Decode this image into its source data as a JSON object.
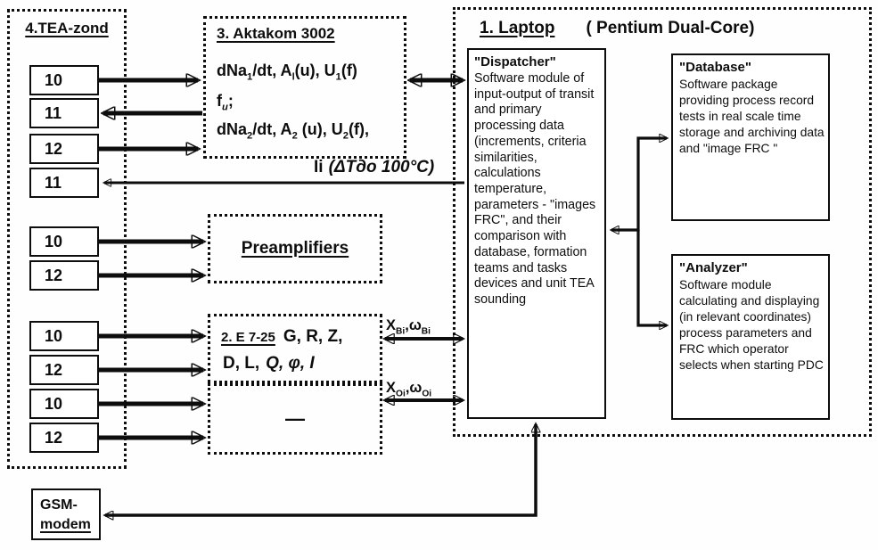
{
  "tea_zond": {
    "title": "4.TEA-zond",
    "ports": [
      "10",
      "11",
      "12",
      "11",
      "10",
      "12",
      "10",
      "12",
      "10",
      "12"
    ]
  },
  "aktakom": {
    "title": "3. Aktakom 3002",
    "line1_parts": [
      "dNa",
      "1",
      "/dt, A",
      "l",
      "(u), U",
      "1",
      "(f)"
    ],
    "line2_parts": [
      "f",
      "u",
      ";"
    ],
    "line3_parts": [
      "dNa",
      "2",
      "/dt, A",
      "2",
      " (u), U",
      "2",
      "(f),"
    ],
    "temp": {
      "prefix": "Ii",
      "detail": "(ΔTдо 100°C)"
    }
  },
  "preamplifiers": {
    "title": "Preamplifiers"
  },
  "e725": {
    "title": "2. E 7-25",
    "params1": "G, R, Z,",
    "params2_roman": "D, L,",
    "params2_italic": "Q, φ, I",
    "dash": "—"
  },
  "signals": {
    "b_parts": [
      "X",
      "Bi",
      ",ω",
      "Bi"
    ],
    "o_parts": [
      "X",
      "Oi",
      ",ω",
      "Oi"
    ]
  },
  "laptop": {
    "title": "1. Laptop",
    "subtitle": "( Pentium Dual-Core)",
    "dispatcher": {
      "title": "\"Dispatcher\"",
      "body": "Software module of input-output of transit and primary processing data (increments, criteria similarities, calculations temperature, parameters - \"images FRC\", and their comparison with database, formation teams and tasks devices and unit TEA sounding"
    },
    "database": {
      "title": "\"Database\"",
      "body": "Software package providing process record tests in real scale time storage and archiving data and \"image FRC \""
    },
    "analyzer": {
      "title": "\"Analyzer\"",
      "body": "Software module calculating and displaying (in relevant coordinates) process parameters and FRC which operator selects when starting PDC"
    }
  },
  "gsm": {
    "line1": "GSM-",
    "line2": "modem"
  }
}
